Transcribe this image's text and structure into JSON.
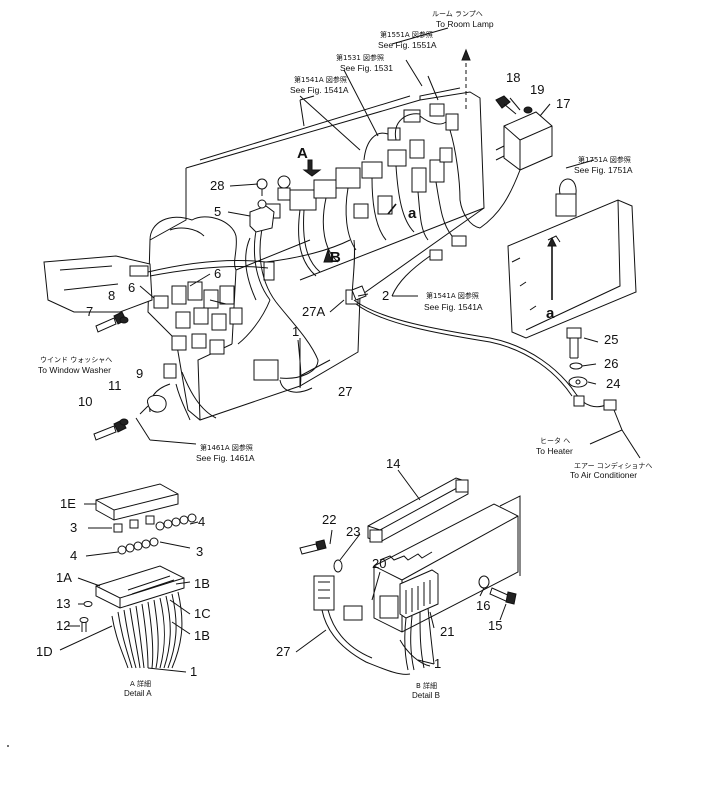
{
  "refs": {
    "room_lamp_jp": "ルーム ランプへ",
    "room_lamp_en": "To Room Lamp",
    "fig1551a_jp": "第1551A 図参照",
    "fig1551a_en": "See Fig. 1551A",
    "fig1531_jp": "第1531 図参照",
    "fig1531_en": "See Fig. 1531",
    "fig1541a_top_jp": "第1541A 図参照",
    "fig1541a_top_en": "See Fig. 1541A",
    "fig1751a_jp": "第1751A 図参照",
    "fig1751a_en": "See Fig. 1751A",
    "fig1541a_mid_jp": "第1541A 図参照",
    "fig1541a_mid_en": "See Fig. 1541A",
    "window_washer_jp": "ウインド ウォッシャへ",
    "window_washer_en": "To Window Washer",
    "fig1461a_jp": "第1461A 図参照",
    "fig1461a_en": "See Fig. 1461A",
    "heater_jp": "ヒータ へ",
    "heater_en": "To Heater",
    "aircon_jp": "エアー コンディショナへ",
    "aircon_en": "To Air Conditioner"
  },
  "callouts": {
    "c18": "18",
    "c19": "19",
    "c17": "17",
    "c28": "28",
    "c5": "5",
    "cA": "A",
    "cB": "B",
    "ca1": "a",
    "ca2": "a",
    "c6a": "6",
    "c6b": "6",
    "c7": "7",
    "c8": "8",
    "c2": "2",
    "c27A": "27A",
    "c1": "1",
    "c9": "9",
    "c10": "10",
    "c11": "11",
    "c27": "27",
    "c25": "25",
    "c26": "26",
    "c24": "24"
  },
  "detail_a": {
    "c1E": "1E",
    "c3a": "3",
    "c4a": "4",
    "c4b": "4",
    "c3b": "3",
    "c1A": "1A",
    "c1B_1": "1B",
    "c13": "13",
    "c1C": "1C",
    "c12": "12",
    "c1B_2": "1B",
    "c1D": "1D",
    "c1": "1",
    "caption_jp": "A 詳細",
    "caption_en": "Detail A"
  },
  "detail_b": {
    "c14": "14",
    "c22": "22",
    "c23": "23",
    "c20": "20",
    "c16": "16",
    "c15": "15",
    "c21": "21",
    "c27": "27",
    "c1": "1",
    "caption_jp": "B 詳細",
    "caption_en": "Detail B"
  }
}
